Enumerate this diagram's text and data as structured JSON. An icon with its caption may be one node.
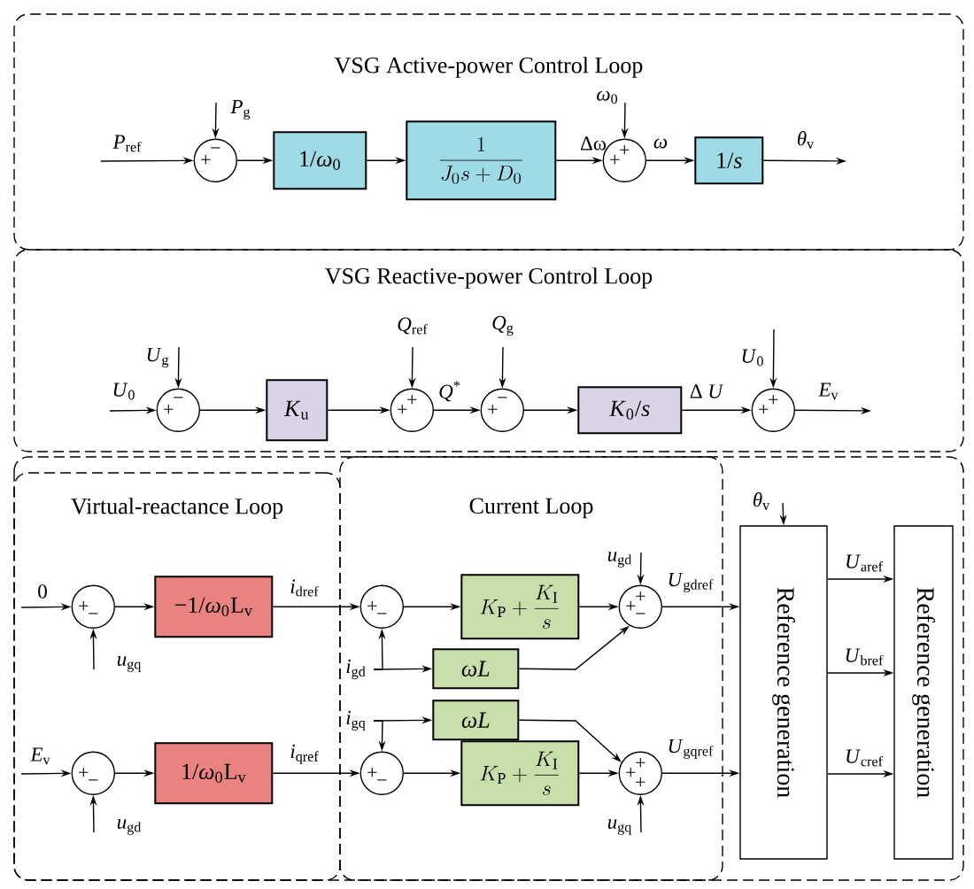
{
  "diagram": {
    "nodes": [
      {
        "text": [
          "VSG Active-power Control Loop"
        ]
      },
      {
        "text": [
          "+",
          "−"
        ],
        "in": 0
      },
      {
        "text": [
          "1/*ω*$_{0}$"
        ],
        "in": 0
      },
      {
        "text": [
          "\\frac{1}{J_0 s+D_0}"
        ],
        "in": 0
      },
      {
        "text": [
          "+",
          "+"
        ],
        "in": 0
      },
      {
        "text": [
          "1/*s*"
        ],
        "in": 0
      },
      {
        "text": [
          "VSG Reactive-power Control Loop"
        ]
      },
      {
        "text": [
          "+",
          "−"
        ],
        "in": 6
      },
      {
        "text": [
          "*K*$_{u}$"
        ],
        "in": 6
      },
      {
        "text": [
          "+",
          "+"
        ],
        "in": 6
      },
      {
        "text": [
          "+",
          "−"
        ],
        "in": 6
      },
      {
        "text": [
          "*K*$_{0}$/*s*"
        ],
        "in": 6
      },
      {
        "text": [
          "+",
          "+"
        ],
        "in": 6
      },
      {
        "text": [
          "Virtual-reactance Loop"
        ]
      },
      {
        "text": [
          "Current Loop"
        ]
      },
      {
        "text": [
          "+",
          "−"
        ],
        "in": 13
      },
      {
        "text": [
          "−1/*ω*$_{0}$L$_{v}$"
        ],
        "in": 13
      },
      {
        "text": [
          "+",
          "−"
        ],
        "in": 13
      },
      {
        "text": [
          "1/*ω*$_{0}$L$_{v}$"
        ],
        "in": 13
      },
      {
        "text": [
          "+",
          "−"
        ],
        "in": 14
      },
      {
        "text": [
          "K_{\\mathrm{P}}+\\frac{K_{\\mathrm{I}}}{s}"
        ],
        "in": 14
      },
      {
        "text": [
          "*ωL*"
        ],
        "in": 14
      },
      {
        "text": [
          "*ωL*"
        ],
        "in": 14
      },
      {
        "text": [
          "+",
          "−"
        ],
        "in": 14
      },
      {
        "text": [
          "K_{\\mathrm{P}}+\\frac{K_{\\mathrm{I}}}{s}"
        ],
        "in": 14
      },
      {
        "text": [
          "+",
          "+",
          "−"
        ],
        "in": 14
      },
      {
        "text": [
          "+",
          "+",
          "+"
        ],
        "in": 14
      },
      {
        "text": [
          "Reference generation"
        ]
      },
      {
        "text": [
          "Reference generation"
        ]
      }
    ],
    "edges": [
      {
        "from": null,
        "to": 1,
        "arrow": "to",
        "label": "*P*$_{ref}$"
      },
      {
        "from": null,
        "to": 1,
        "arrow": "to",
        "label": "*P*$_{g}$"
      },
      {
        "from": 1,
        "to": 2,
        "arrow": "to"
      },
      {
        "from": 2,
        "to": 3,
        "arrow": "to"
      },
      {
        "from": 3,
        "to": 4,
        "arrow": "to",
        "label": "Δω"
      },
      {
        "from": null,
        "to": 4,
        "arrow": "to",
        "label": "*ω*$_{0}$"
      },
      {
        "from": 4,
        "to": 5,
        "arrow": "to",
        "label": "*ω*"
      },
      {
        "from": 5,
        "to": null,
        "arrow": "to",
        "label": "*θ*$_{v}$"
      },
      {
        "from": null,
        "to": 7,
        "arrow": "to",
        "label": "*U*$_{0}$"
      },
      {
        "from": null,
        "to": 7,
        "arrow": "to",
        "label": "*U*$_{g}$"
      },
      {
        "from": 7,
        "to": 8,
        "arrow": "to"
      },
      {
        "from": 8,
        "to": 9,
        "arrow": "to"
      },
      {
        "from": null,
        "to": 9,
        "arrow": "to",
        "label": "*Q*$_{ref}$"
      },
      {
        "from": 9,
        "to": 10,
        "arrow": "to",
        "label": "*Q*$^{*}$"
      },
      {
        "from": null,
        "to": 10,
        "arrow": "to",
        "label": "*Q*$_{g}$"
      },
      {
        "from": 10,
        "to": 11,
        "arrow": "to"
      },
      {
        "from": 11,
        "to": 12,
        "arrow": "to",
        "label": "Δ *U*"
      },
      {
        "from": null,
        "to": 12,
        "arrow": "to",
        "label": "*U*$_{0}$"
      },
      {
        "from": 12,
        "to": null,
        "arrow": "to",
        "label": "*E*$_{v}$"
      },
      {
        "from": null,
        "to": 15,
        "arrow": "to",
        "label": "0"
      },
      {
        "from": null,
        "to": 15,
        "arrow": "to",
        "label": "*u*$_{gq}$"
      },
      {
        "from": 15,
        "to": 16,
        "arrow": "to"
      },
      {
        "from": 16,
        "to": 19,
        "arrow": "to",
        "label": "*i*$_{dref}$"
      },
      {
        "from": null,
        "to": 17,
        "arrow": "to",
        "label": "*E*$_{v}$"
      },
      {
        "from": null,
        "to": 17,
        "arrow": "to",
        "label": "*u*$_{gd}$"
      },
      {
        "from": 17,
        "to": 18,
        "arrow": "to"
      },
      {
        "from": 18,
        "to": 23,
        "arrow": "to",
        "label": "*i*$_{qref}$"
      },
      {
        "from": 19,
        "to": 20,
        "arrow": "to"
      },
      {
        "from": 20,
        "to": 25,
        "arrow": "to"
      },
      {
        "from": 21,
        "to": 25,
        "arrow": "to"
      },
      {
        "from": null,
        "to": 25,
        "arrow": "to",
        "label": "*u*$_{gd}$"
      },
      {
        "from": 25,
        "to": 27,
        "arrow": "to",
        "label": "*U*$_{gdref}$"
      },
      {
        "from": null,
        "to": 19,
        "arrow": "to",
        "label": "*i*$_{gd}$"
      },
      {
        "from": null,
        "to": 21,
        "arrow": "to"
      },
      {
        "from": null,
        "to": 22,
        "arrow": "to",
        "label": "*i*$_{gq}$"
      },
      {
        "from": null,
        "to": 23,
        "arrow": "to"
      },
      {
        "from": 23,
        "to": 24,
        "arrow": "to"
      },
      {
        "from": 24,
        "to": 26,
        "arrow": "to"
      },
      {
        "from": 22,
        "to": 26,
        "arrow": "to"
      },
      {
        "from": null,
        "to": 26,
        "arrow": "to",
        "label": "*u*$_{gq}$"
      },
      {
        "from": 26,
        "to": 27,
        "arrow": "to",
        "label": "*U*$_{gqref}$"
      },
      {
        "from": null,
        "to": 27,
        "arrow": "to",
        "label": "*θ*$_{v}$"
      },
      {
        "from": 27,
        "to": 28,
        "arrow": "to",
        "label": "*U*$_{aref}$"
      },
      {
        "from": 27,
        "to": 28,
        "arrow": "to",
        "label": "*U*$_{bref}$"
      },
      {
        "from": 27,
        "to": 28,
        "arrow": "to",
        "label": "*U*$_{cref}$"
      }
    ]
  }
}
